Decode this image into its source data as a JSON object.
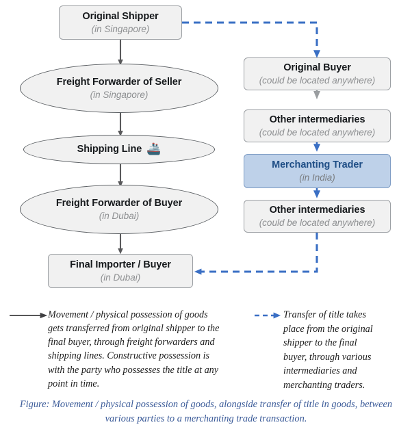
{
  "figure": {
    "caption_line1": "Figure: Movement / physical possession of goods, alongside transfer of title in goods, between",
    "caption_line2": "various parties to a merchanting trade transaction.",
    "caption_color": "#3a5a98"
  },
  "colors": {
    "box_fill": "#f1f1f1",
    "box_border": "#9b9fa3",
    "ellipse_border": "#5b5f63",
    "highlight_fill": "#bed1e9",
    "highlight_border": "#7d9cc4",
    "highlight_text": "#1f4e86",
    "goods_arrow": "#59595b",
    "title_arrow": "#3a6fc4",
    "subtitle_text": "#8d8f91"
  },
  "goods_flow": {
    "nodes": [
      {
        "id": "original-shipper",
        "shape": "rect",
        "title": "Original Shipper",
        "subtitle": "(in Singapore)"
      },
      {
        "id": "freight-forwarder-seller",
        "shape": "ellipse",
        "title": "Freight Forwarder of Seller",
        "subtitle": "(in Singapore)"
      },
      {
        "id": "shipping-line",
        "shape": "ellipse",
        "title": "Shipping Line",
        "subtitle": "",
        "icon": "ship-icon",
        "icon_glyph": "🚢"
      },
      {
        "id": "freight-forwarder-buyer",
        "shape": "ellipse",
        "title": "Freight Forwarder of Buyer",
        "subtitle": "(in Dubai)"
      },
      {
        "id": "final-importer-buyer",
        "shape": "rect",
        "title": "Final Importer / Buyer",
        "subtitle": "(in Dubai)"
      }
    ]
  },
  "title_flow": {
    "nodes": [
      {
        "id": "original-buyer",
        "title": "Original Buyer",
        "subtitle": "(could be located anywhere)",
        "highlight": false
      },
      {
        "id": "other-intermediaries-1",
        "title": "Other intermediaries",
        "subtitle": "(could be located anywhere)",
        "highlight": false
      },
      {
        "id": "merchanting-trader",
        "title": "Merchanting Trader",
        "subtitle": "(in India)",
        "highlight": true
      },
      {
        "id": "other-intermediaries-2",
        "title": "Other intermediaries",
        "subtitle": "(could be located anywhere)",
        "highlight": false
      }
    ]
  },
  "legend": {
    "goods": {
      "key": "solid-arrow-icon",
      "lines": [
        "Movement / physical possession of goods",
        "gets transferred from original shipper to the",
        "final buyer, through freight forwarders and",
        "shipping lines. Constructive possession is",
        "with the party who possesses the title at any",
        "point in time."
      ]
    },
    "title": {
      "key": "dashed-arrow-icon",
      "lines": [
        "Transfer of title takes",
        "place from the original",
        "shipper to the final",
        "buyer, through various",
        "intermediaries and",
        "merchanting traders."
      ]
    }
  }
}
